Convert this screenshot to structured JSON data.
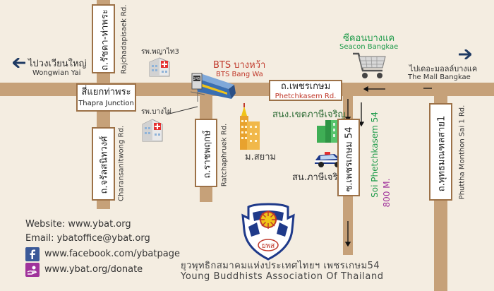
{
  "places": {
    "wongwian_yai_th": "ไปวงเวียนใหญ่",
    "wongwian_yai_en": "Wongwian Yai",
    "rajchadapisaek_th": "ถ.รัชดา-ท่าพระ",
    "rajchadapisaek_en": "Rajchadapisaek Rd.",
    "hospital_phyathai_th": "รพ.พญาไท3",
    "hospital_bangphai_th": "รพ.บางไผ่",
    "bts_th": "BTS บางหว้า",
    "bts_en": "BTS Bang Wa",
    "seacon_th": "ซีคอนบางแค",
    "seacon_en": "Seacon Bangkae",
    "mall_th": "ไปเดอะมอลล์บางแค",
    "mall_en": "The Mall Bangkae",
    "thapra_th": "สี่แยกท่าพระ",
    "thapra_en": "Thapra Junction",
    "phetchkasem_th": "ถ.เพชรเกษม",
    "phetchkasem_en": "Phetchkasem Rd.",
    "district_office_th": "สนง.เขตภาษีเจริญ",
    "charansanitwong_th": "ถ.จรัลสนิทวงศ์",
    "charansanitwong_en": "Charansanitwong Rd.",
    "ratchaphruek_th": "ถ.ราชพฤกษ์",
    "ratchaphruek_en": "Ratchaphruek Rd.",
    "siam_univ_th": "ม.สยาม",
    "police_th": "สน.ภาษีเจริญ",
    "soi54_th": "ซ.เพชรเกษม 54",
    "soi54_en": "Soi Phetchkasem 54",
    "distance": "800 M.",
    "phuttha_th": "ถ.พุทธมณฑลสาย1",
    "phuttha_en": "Phuttha Monthon Sai 1 Rd."
  },
  "contact": {
    "website": "Website: www.ybat.org",
    "email": "Email: ybatoffice@ybat.org",
    "facebook": "www.facebook.com/ybatpage",
    "donate": "www.ybat.org/donate"
  },
  "org": {
    "name_th": "ยุวพุทธิกสมาคมแห่งประเทศไทยฯ เพชรเกษม54",
    "name_en": "Young Buddhists Association Of Thailand",
    "logo_text": "ยพส"
  },
  "icons": {
    "facebook": "facebook-icon",
    "donate": "donate-hand-icon",
    "bts": "bts-train-icon",
    "hospital": "hospital-icon",
    "cart": "shopping-cart-icon",
    "police": "police-car-icon"
  },
  "colors": {
    "road": "#c6a179",
    "bts_red": "#c0392b",
    "seacon_green": "#1e9b4a",
    "district_green": "#2d6b34",
    "distance_purple": "#a0339b",
    "arrow_navy": "#1f3a63"
  }
}
